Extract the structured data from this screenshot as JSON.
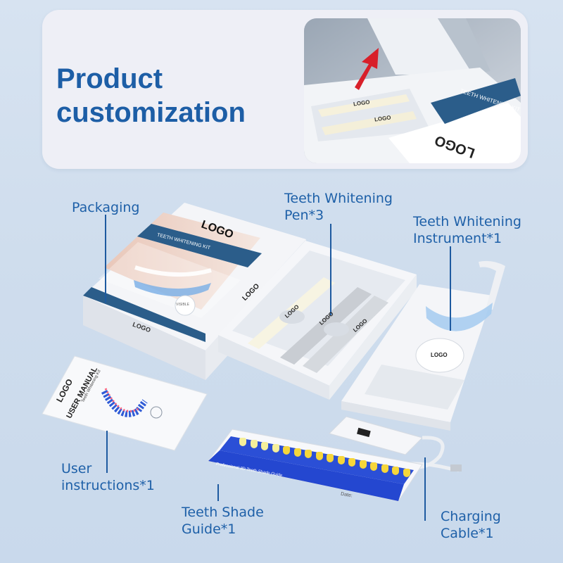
{
  "header": {
    "title_line1": "Product",
    "title_line2": "customization"
  },
  "inset": {
    "logo_a": "LOGO",
    "logo_b": "LOGO",
    "logo_c": "LOGO",
    "kit_text": "TEETH WHITENING KIT"
  },
  "labels": {
    "packaging": "Packaging",
    "pen_line1": "Teeth Whitening",
    "pen_line2": "Pen*3",
    "instrument_line1": "Teeth Whitening",
    "instrument_line2": "Instrument*1",
    "user_line1": "User",
    "user_line2": "instructions*1",
    "shade_line1": "Teeth Shade",
    "shade_line2": "Guide*1",
    "cable_line1": "Charging",
    "cable_line2": "Cable*1"
  },
  "box": {
    "logo_top": "LOGO",
    "banner": "TEETH WHITENING KIT",
    "logo_side": "LOGO",
    "logo_front": "LOGO",
    "pen_logo_1": "LOGO",
    "pen_logo_2": "LOGO",
    "pen_logo_3": "LOGO",
    "device_logo": "LOGO",
    "visible_badge": "VISIBLE"
  },
  "manual": {
    "logo": "LOGO",
    "title": "USER MANUAL",
    "subtitle": "Teeth Whitening Kit"
  },
  "shade_guide": {
    "title": "Professional 3D Teeth Shade Guide",
    "date_label": "Date:"
  },
  "colors": {
    "accent": "#1e60a8",
    "banner": "#2b5d8a",
    "arrow": "#d8202a"
  }
}
